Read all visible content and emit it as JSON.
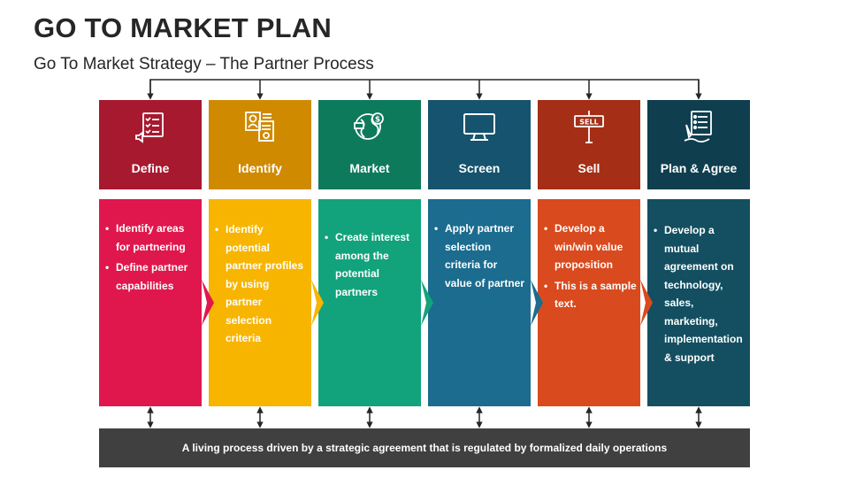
{
  "header": {
    "title": "GO TO MARKET PLAN",
    "subtitle": "Go To Market Strategy – The Partner Process"
  },
  "steps": [
    {
      "label": "Define",
      "icon": "checklist-speaker-icon",
      "header_color": "#A6192E",
      "card_color": "#E0174C",
      "bullets": [
        "Identify areas for partnering",
        "Define partner capabilities"
      ]
    },
    {
      "label": "Identify",
      "icon": "profile-documents-icon",
      "header_color": "#D08A00",
      "card_color": "#F7B500",
      "bullets": [
        "Identify potential partner profiles by using partner selection criteria"
      ]
    },
    {
      "label": "Market",
      "icon": "globe-dollar-icon",
      "header_color": "#0E7A5C",
      "card_color": "#13A37C",
      "bullets": [
        "Create interest among the potential partners"
      ]
    },
    {
      "label": "Screen",
      "icon": "monitor-icon",
      "header_color": "#16536E",
      "card_color": "#1B6C8E",
      "bullets": [
        "Apply partner selection criteria for value of partner"
      ]
    },
    {
      "label": "Sell",
      "icon": "sell-sign-icon",
      "sign_text": "SELL",
      "header_color": "#A52F16",
      "card_color": "#D94A1E",
      "bullets": [
        "Develop a win/win value proposition",
        "This is a sample text."
      ]
    },
    {
      "label": "Plan & Agree",
      "icon": "contract-pen-icon",
      "header_color": "#0F3F4E",
      "card_color": "#134F60",
      "bullets": [
        "Develop a mutual agreement on technology, sales, marketing, implementation & support"
      ]
    }
  ],
  "footer": {
    "text": "A living process driven by a strategic agreement that is regulated by formalized daily operations",
    "color": "#404040"
  }
}
